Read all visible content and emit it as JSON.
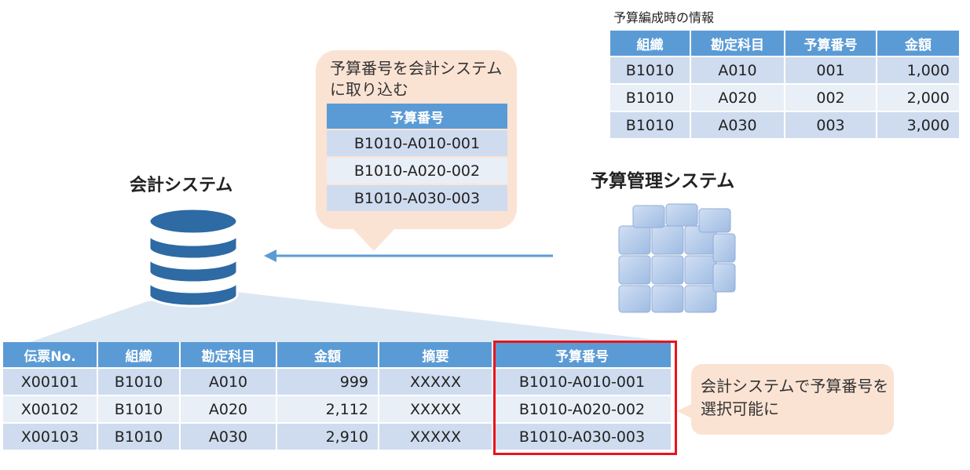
{
  "budget_plan": {
    "caption": "予算編成時の情報",
    "headers": [
      "組織",
      "勘定科目",
      "予算番号",
      "金額"
    ],
    "rows": [
      [
        "B1010",
        "A010",
        "001",
        "1,000"
      ],
      [
        "B1010",
        "A020",
        "002",
        "2,000"
      ],
      [
        "B1010",
        "A030",
        "003",
        "3,000"
      ]
    ]
  },
  "callout": {
    "text": "予算番号を会計システムに取り込む",
    "header": "予算番号",
    "rows": [
      "B1010-A010-001",
      "B1010-A020-002",
      "B1010-A030-003"
    ]
  },
  "labels": {
    "accounting_system": "会計システム",
    "budget_system": "予算管理システム"
  },
  "ledger": {
    "headers": [
      "伝票No.",
      "組織",
      "勘定科目",
      "金額",
      "摘要",
      "予算番号"
    ],
    "rows": [
      [
        "X00101",
        "B1010",
        "A010",
        "999",
        "XXXXX",
        "B1010-A010-001"
      ],
      [
        "X00102",
        "B1010",
        "A020",
        "2,112",
        "XXXXX",
        "B1010-A020-002"
      ],
      [
        "X00103",
        "B1010",
        "A030",
        "2,910",
        "XXXXX",
        "B1010-A030-003"
      ]
    ]
  },
  "note": {
    "text": "会計システムで予算番号を選択可能に"
  },
  "colors": {
    "header_blue": "#5b9bd5",
    "row_dark": "#cfdcef",
    "row_light": "#e9eff7",
    "callout_fill": "#fbe3d4",
    "highlight_red": "#e8141b",
    "database_blue": "#2e6aa3",
    "arrow_blue": "#5b9bd5"
  },
  "icons": {
    "accounting": "database-icon",
    "budget": "cube-icon"
  }
}
